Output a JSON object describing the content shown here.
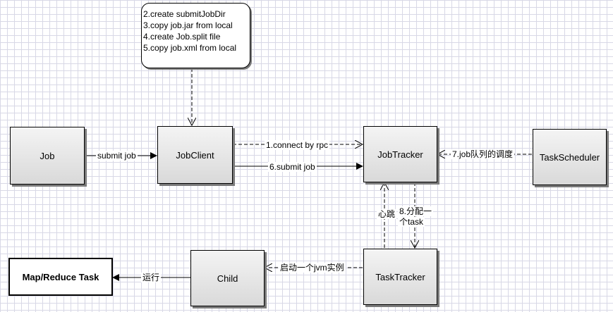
{
  "nodes": {
    "job": "Job",
    "jobclient": "JobClient",
    "jobtracker": "JobTracker",
    "taskscheduler": "TaskScheduler",
    "tasktracker": "TaskTracker",
    "child": "Child",
    "mapreduce_task": "Map/Reduce Task"
  },
  "note": {
    "lines": [
      "2.create submitJobDir",
      "3.copy job.jar from local",
      "4.create Job.split file",
      "5.copy job.xml from local"
    ]
  },
  "edges": {
    "submit_job": "submit job",
    "connect_rpc": "1.connect by rpc",
    "submit_job_6": "6.submit job",
    "job_queue": "7.job队列的调度",
    "heartbeat": "心跳",
    "assign_task_1": "8.分配一",
    "assign_task_2": "个task",
    "start_jvm": "启动一个jvm实例",
    "run": "运行"
  }
}
